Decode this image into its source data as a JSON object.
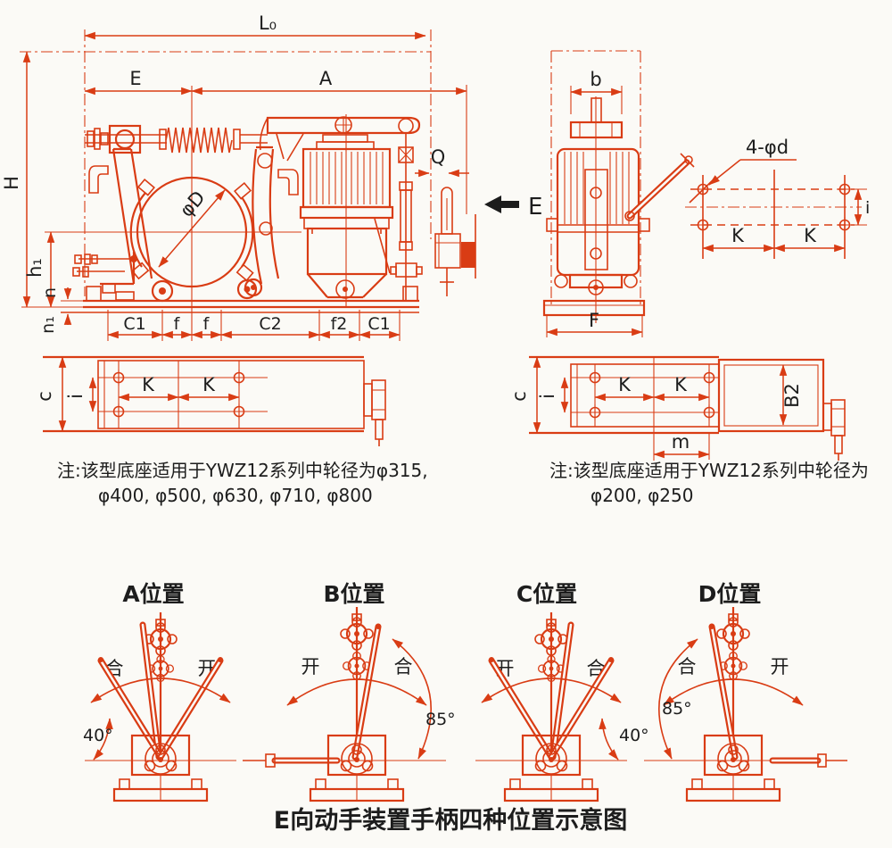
{
  "colors": {
    "line": "#d93c14",
    "text": "#1d1d1d",
    "background": "#fbfaf6"
  },
  "front_view": {
    "dim_L0": "L₀",
    "dim_E": "E",
    "dim_A": "A",
    "dim_H": "H",
    "dim_h1": "h₁",
    "dim_n": "n",
    "dim_n1": "n₁",
    "dim_phi_D": "φD",
    "dim_Q": "Q",
    "bottom_dims": [
      "C1",
      "f",
      "f",
      "C2",
      "f2",
      "C1"
    ]
  },
  "side_view": {
    "dim_b": "b",
    "dim_F": "F",
    "view_arrow_label": "E"
  },
  "bolt_pattern": {
    "callout": "4-φd",
    "dim_K_left": "K",
    "dim_K_right": "K",
    "dim_i": "i"
  },
  "base_plate_left": {
    "dim_c": "c",
    "dim_i": "i",
    "dim_K_left": "K",
    "dim_K_right": "K",
    "note_line1": "注:该型底座适用于YWZ12系列中轮径为φ315,",
    "note_line2": "φ400, φ500, φ630, φ710, φ800"
  },
  "base_plate_right": {
    "dim_c": "c",
    "dim_i": "i",
    "dim_K_left": "K",
    "dim_K_right": "K",
    "dim_B2": "B2",
    "dim_m": "m",
    "note_line1": "注:该型底座适用于YWZ12系列中轮径为",
    "note_line2": "φ200, φ250"
  },
  "positions": [
    {
      "title": "A位置",
      "left_label": "合",
      "right_label": "开",
      "angle": "40°"
    },
    {
      "title": "B位置",
      "left_label": "开",
      "right_label": "合",
      "angle": "85°"
    },
    {
      "title": "C位置",
      "left_label": "开",
      "right_label": "合",
      "angle": "40°"
    },
    {
      "title": "D位置",
      "left_label": "合",
      "right_label": "开",
      "angle": "85°"
    }
  ],
  "caption": "E向动手装置手柄四种位置示意图"
}
